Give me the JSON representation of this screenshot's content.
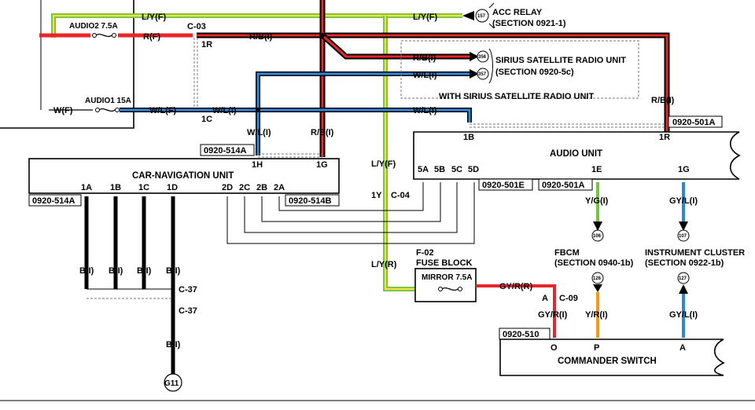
{
  "wires": {
    "ly_f": "L/Y(F)",
    "r_f": "R(F)",
    "rb_i": "R/B(I)",
    "wl_f": "W/L(F)",
    "wl_i": "W/L(I)",
    "w_f": "W(F)",
    "ly_r": "L/Y(R)",
    "gyr_r": "GY/R(R)",
    "gyr_i": "GY/R(I)",
    "yg_i": "Y/G(I)",
    "yr_i": "Y/R(I)",
    "gyl_i": "GY/L(I)",
    "b_i": "B(I)"
  },
  "fuses": {
    "audio2": "AUDIO2 7.5A",
    "audio1": "AUDIO1 15A",
    "mirror": "MIRROR 7.5A"
  },
  "connectors": {
    "c03": "C-03",
    "c03_pin": "1R",
    "c03_pin2": "1C",
    "c04": "C-04",
    "c04_pin": "1Y",
    "c09": "C-09",
    "c09_pin": "A",
    "c37": "C-37",
    "f02": "F-02",
    "fuse_block": "FUSE BLOCK",
    "g11": "G11"
  },
  "destinations": {
    "acc_relay": "ACC RELAY",
    "acc_relay_section": "(SECTION 0921-1)",
    "acc_relay_ref": "157",
    "sirius": "SIRIUS SATELLITE RADIO UNIT",
    "sirius_section": "(SECTION 0920-5c)",
    "sirius_ref1": "356",
    "sirius_ref2": "357",
    "sirius_note": "WITH SIRIUS SATELLITE RADIO UNIT",
    "fbcm": "FBCM",
    "fbcm_section": "(SECTION 0940-1b)",
    "fbcm_ref": "106",
    "fbcm_ref2": "126",
    "cluster": "INSTRUMENT CLUSTER",
    "cluster_section": "(SECTION 0922-1b)",
    "cluster_ref": "107",
    "cluster_ref2": "127"
  },
  "components": {
    "audio_unit": "AUDIO UNIT",
    "nav_unit": "CAR-NAVIGATION UNIT",
    "commander": "COMMANDER SWITCH"
  },
  "tags": {
    "t501a": "0920-501A",
    "t514a": "0920-514A",
    "t514b": "0920-514B",
    "t501e": "0920-501E",
    "t510": "0920-510"
  },
  "pins": {
    "au_1b": "1B",
    "au_1r": "1R",
    "au_5a": "5A",
    "au_5b": "5B",
    "au_5c": "5C",
    "au_5d": "5D",
    "au_1e": "1E",
    "au_1g": "1G",
    "nav_1h": "1H",
    "nav_1g": "1G",
    "nav_1a": "1A",
    "nav_1b": "1B",
    "nav_1c": "1C",
    "nav_1d": "1D",
    "nav_2d": "2D",
    "nav_2c": "2C",
    "nav_2b": "2B",
    "nav_2a": "2A",
    "cs_o": "O",
    "cs_p": "P",
    "cs_a": "A"
  },
  "colors": {
    "black": "#000000",
    "red": "#e8262a",
    "blue": "#2a8ad8",
    "yellow": "#e9e640",
    "green": "#7cc242",
    "orange": "#f29a1e",
    "gray": "#8a8a8a"
  }
}
